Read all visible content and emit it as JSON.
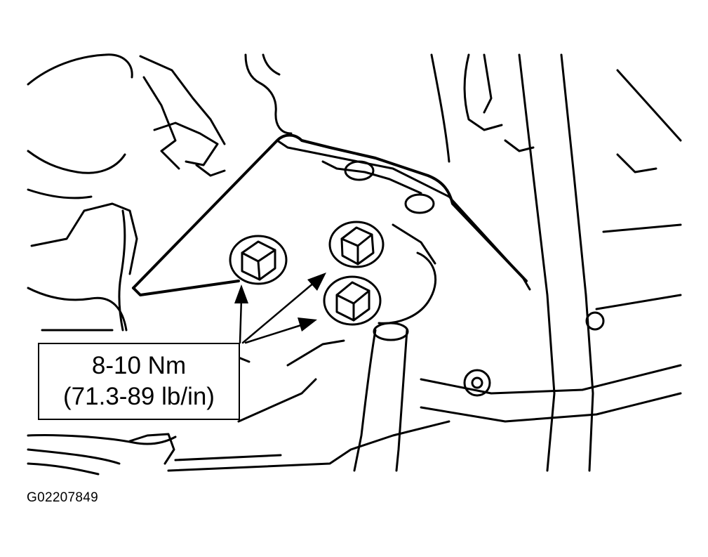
{
  "callout": {
    "torque_nm": "8-10 Nm",
    "torque_lbin": "(71.3-89 lb/in)"
  },
  "figure_id": "G02207849",
  "colors": {
    "line": "#000000",
    "background": "#ffffff"
  },
  "icons": [
    "bolt-icon",
    "arrow-icon"
  ]
}
